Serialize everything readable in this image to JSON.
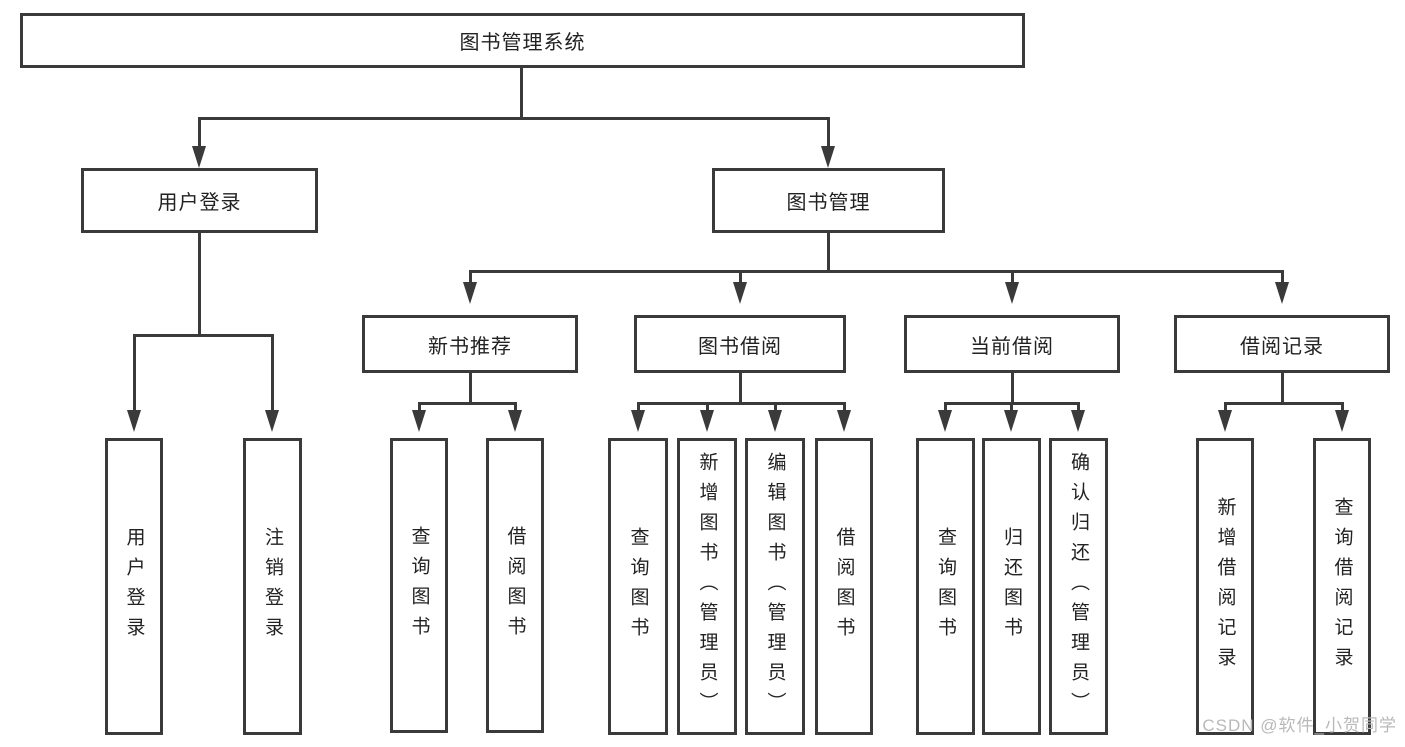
{
  "tree": {
    "root": {
      "label": "图书管理系统"
    },
    "user_login": {
      "label": "用户登录",
      "children": [
        {
          "label": "用户登录"
        },
        {
          "label": "注销登录"
        }
      ]
    },
    "book_mgmt": {
      "label": "图书管理",
      "children": [
        {
          "label": "新书推荐",
          "children": [
            {
              "label": "查询图书"
            },
            {
              "label": "借阅图书"
            }
          ]
        },
        {
          "label": "图书借阅",
          "children": [
            {
              "label": "查询图书"
            },
            {
              "label": "新增图书（管理员）"
            },
            {
              "label": "编辑图书（管理员）"
            },
            {
              "label": "借阅图书"
            }
          ]
        },
        {
          "label": "当前借阅",
          "children": [
            {
              "label": "查询图书"
            },
            {
              "label": "归还图书"
            },
            {
              "label": "确认归还（管理员）"
            }
          ]
        },
        {
          "label": "借阅记录",
          "children": [
            {
              "label": "新增借阅记录"
            },
            {
              "label": "查询借阅记录"
            }
          ]
        }
      ]
    }
  },
  "watermark": "CSDN @软件_小贺同学",
  "colors": {
    "line": "#3a3a3a",
    "text": "#222222",
    "watermark": "#b9b9b9",
    "background": "#ffffff"
  }
}
